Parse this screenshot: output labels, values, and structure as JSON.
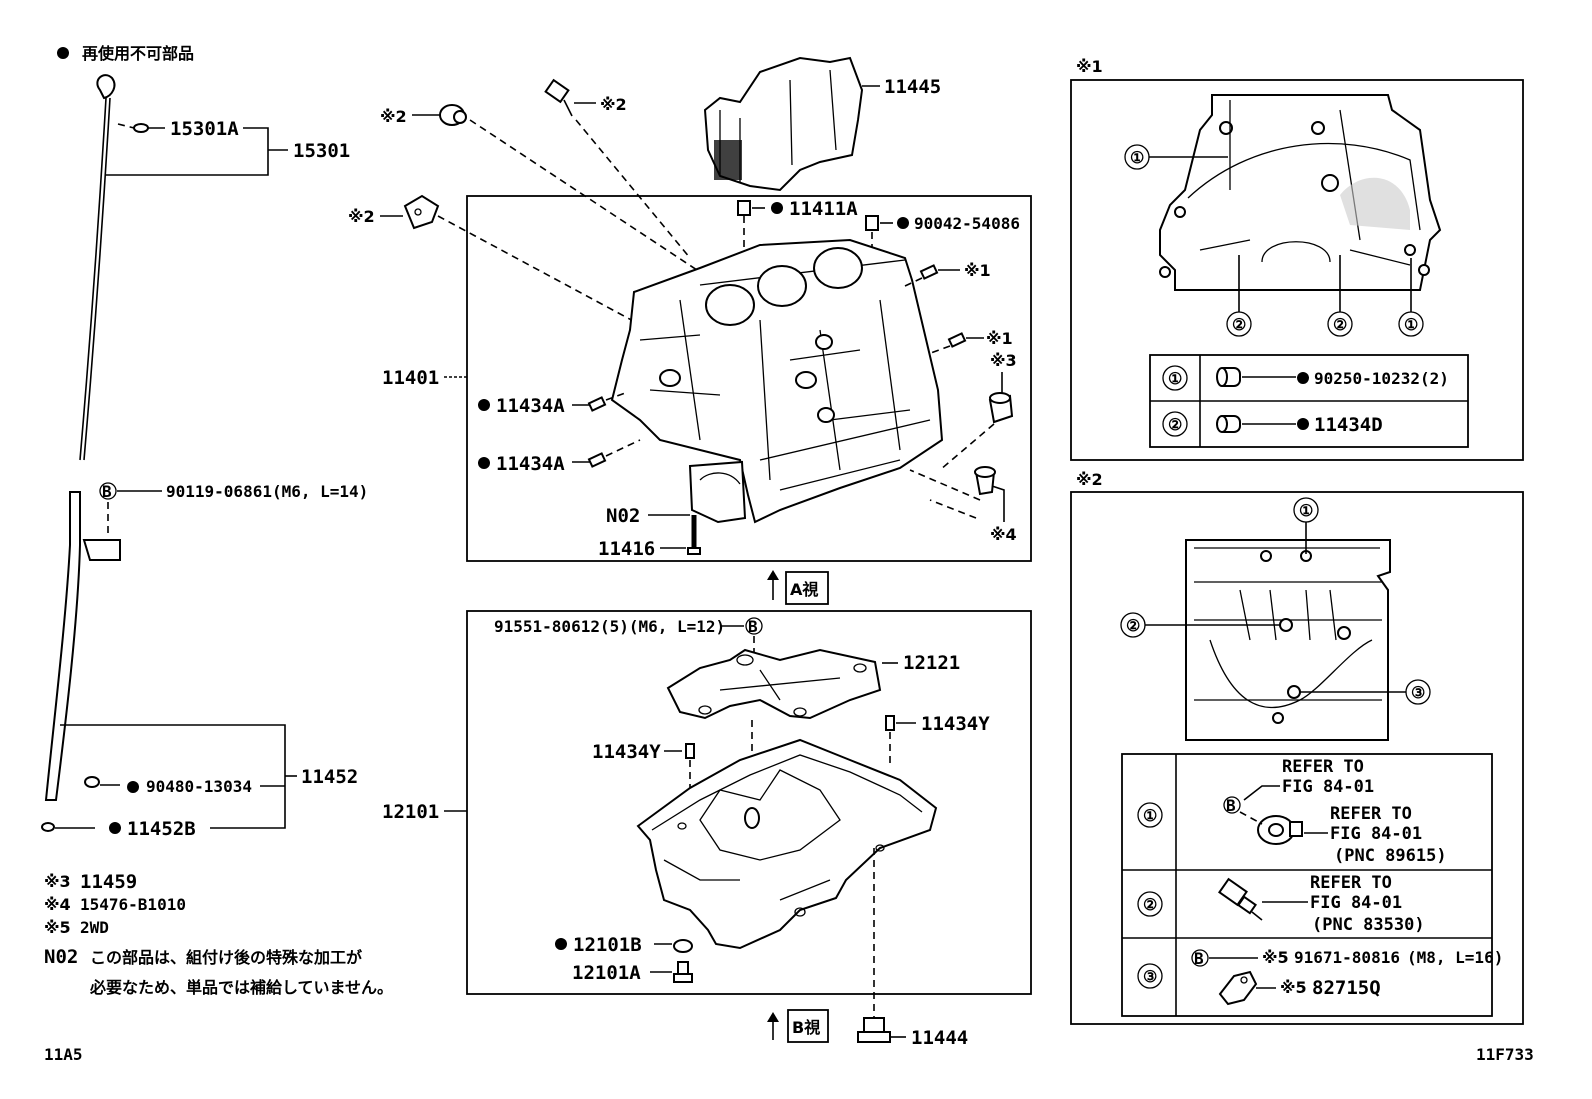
{
  "legend": {
    "non_reusable": "再使用不可部品"
  },
  "labels": {
    "p15301A": "15301A",
    "p15301": "15301",
    "p11445": "11445",
    "p11411A": "11411A",
    "p90042": "90042-54086",
    "p11401": "11401",
    "p11434A_1": "11434A",
    "p11434A_2": "11434A",
    "pN02": "N02",
    "p11416": "11416",
    "p90119": "90119-06861(M6, L=14)",
    "p91551": "91551-80612(5)(M6, L=12)",
    "p12121": "12121",
    "p11434Y_1": "11434Y",
    "p11434Y_2": "11434Y",
    "p12101": "12101",
    "p90480": "90480-13034",
    "p11452": "11452",
    "p11452B": "11452B",
    "p12101B": "12101B",
    "p12101A": "12101A",
    "p11444": "11444",
    "footer_left": "11A5",
    "footer_right": "11F733"
  },
  "refs": {
    "r2a": "※2",
    "r2b": "※2",
    "r2c": "※2",
    "r1a": "※1",
    "r1b": "※1",
    "r3": "※3",
    "r4": "※4",
    "box1": "※1",
    "box2": "※2"
  },
  "bolt_mark": "B",
  "views": {
    "a": "A視",
    "b": "B視"
  },
  "notes": {
    "n3": {
      "mark": "※3",
      "text": "11459"
    },
    "n4": {
      "mark": "※4",
      "text": "15476-B1010"
    },
    "n5": {
      "mark": "※5",
      "text": "2WD"
    },
    "n02": {
      "mark": "N02",
      "line1": "この部品は、組付け後の特殊な加工が",
      "line2": "必要なため、単品では補給していません。"
    }
  },
  "inset1": {
    "callouts": [
      "①",
      "②",
      "②",
      "①"
    ],
    "table": [
      {
        "num": "①",
        "part": "90250-10232(2)"
      },
      {
        "num": "②",
        "part": "11434D"
      }
    ]
  },
  "inset2": {
    "callouts": [
      "①",
      "②",
      "③"
    ],
    "table": [
      {
        "num": "①",
        "l1": "REFER TO",
        "l2": "FIG 84-01",
        "l3": "REFER TO",
        "l4": "FIG 84-01",
        "l5": "(PNC 89615)"
      },
      {
        "num": "②",
        "l1": "REFER TO",
        "l2": "FIG 84-01",
        "l3": "(PNC 83530)"
      },
      {
        "num": "③",
        "ref1": "※5",
        "part1": "91671-80816",
        "spec1": "(M8, L=16)",
        "ref2": "※5",
        "part2": "82715Q"
      }
    ]
  }
}
